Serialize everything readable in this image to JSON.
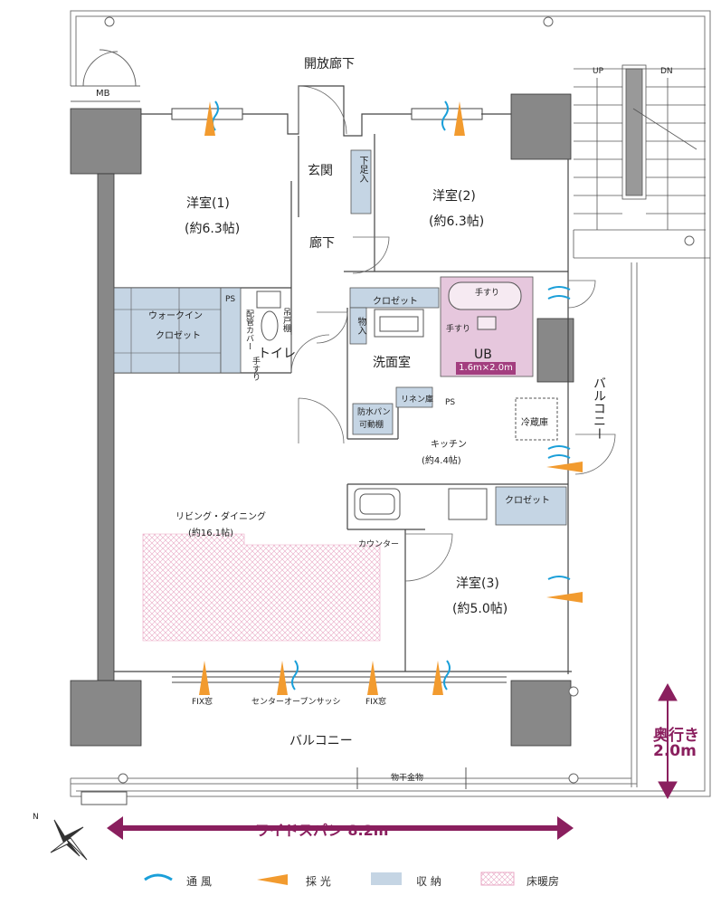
{
  "corridor": "開放廊下",
  "mb": "MB",
  "up": "UP",
  "dn": "DN",
  "entrance": "玄関",
  "shoe_storage": "下足入",
  "hallway": "廊下",
  "room1": {
    "name": "洋室(1)",
    "size": "(約6.3帖)"
  },
  "room2": {
    "name": "洋室(2)",
    "size": "(約6.3帖)"
  },
  "room3": {
    "name": "洋室(3)",
    "size": "(約5.0帖)"
  },
  "walkin_closet": {
    "line1": "ウォークイン",
    "line2": "クロゼット"
  },
  "ps": "PS",
  "ps2": "PS",
  "closet": "クロゼット",
  "closet2": "クロゼット",
  "storage": "物入",
  "toilet": "トイレ",
  "cabinet": "吊戸棚",
  "pipe_cover": "配管カバー",
  "handrail": "手すり",
  "handrail_a": "手すり",
  "handrail_b": "手すり",
  "washroom": "洗面室",
  "ub": "UB",
  "ub_size": "1.6m×2.0m",
  "linen": "リネン庫",
  "waterpan_line1": "防水パン",
  "waterpan_line2": "可動棚",
  "fridge": "冷蔵庫",
  "kitchen": {
    "name": "キッチン",
    "size": "(約4.4帖)"
  },
  "living": {
    "name": "リビング・ダイニング",
    "size": "(約16.1帖)"
  },
  "counter": "カウンター",
  "balcony_side": "バルコニー",
  "balcony_south": "バルコニー",
  "fix1": "FIX窓",
  "center_sash": "センターオープンサッシ",
  "fix2": "FIX窓",
  "clothes_pole": "物干金物",
  "depth_line1": "奥行き",
  "depth_line2": "2.0m",
  "widespan": "ワイドスパン 8.2m",
  "north": "N",
  "legend": {
    "ventilation": "通 風",
    "daylight": "採 光",
    "storage": "収 納",
    "floor_heating": "床暖房"
  },
  "colors": {
    "accent": "#8a1f5e",
    "storage": "#c5d5e4",
    "ub": "#e6c7dd",
    "vent": "#1a9fd9",
    "light": "#f29b2f"
  }
}
